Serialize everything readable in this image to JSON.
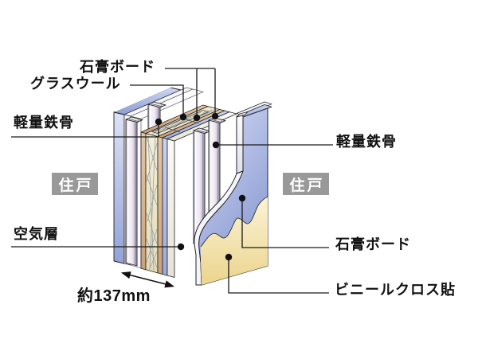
{
  "diagram": {
    "type": "partition-wall-section-isometric",
    "left_labels": {
      "gypsum_board": "石膏ボード",
      "glass_wool": "グラスウール",
      "steel_frame": "軽量鉄骨",
      "air_layer": "空気層",
      "unit_badge": "住戸"
    },
    "right_labels": {
      "steel_frame": "軽量鉄骨",
      "gypsum_board": "石膏ボード",
      "vinyl_cloth": "ビニールクロス貼",
      "unit_badge": "住戸"
    },
    "dimension": "約137mm",
    "colors": {
      "board_blue": "#96a5d8",
      "board_blue_light": "#c8d3f0",
      "glass_wool_cream": "#efe8ca",
      "tan_edge": "#d5ae84",
      "vinyl_yellow": "#eed893",
      "steel_stud": "#d9d2e2",
      "badge_gray": "#999999",
      "outline": "#222222",
      "background": "#ffffff"
    }
  }
}
